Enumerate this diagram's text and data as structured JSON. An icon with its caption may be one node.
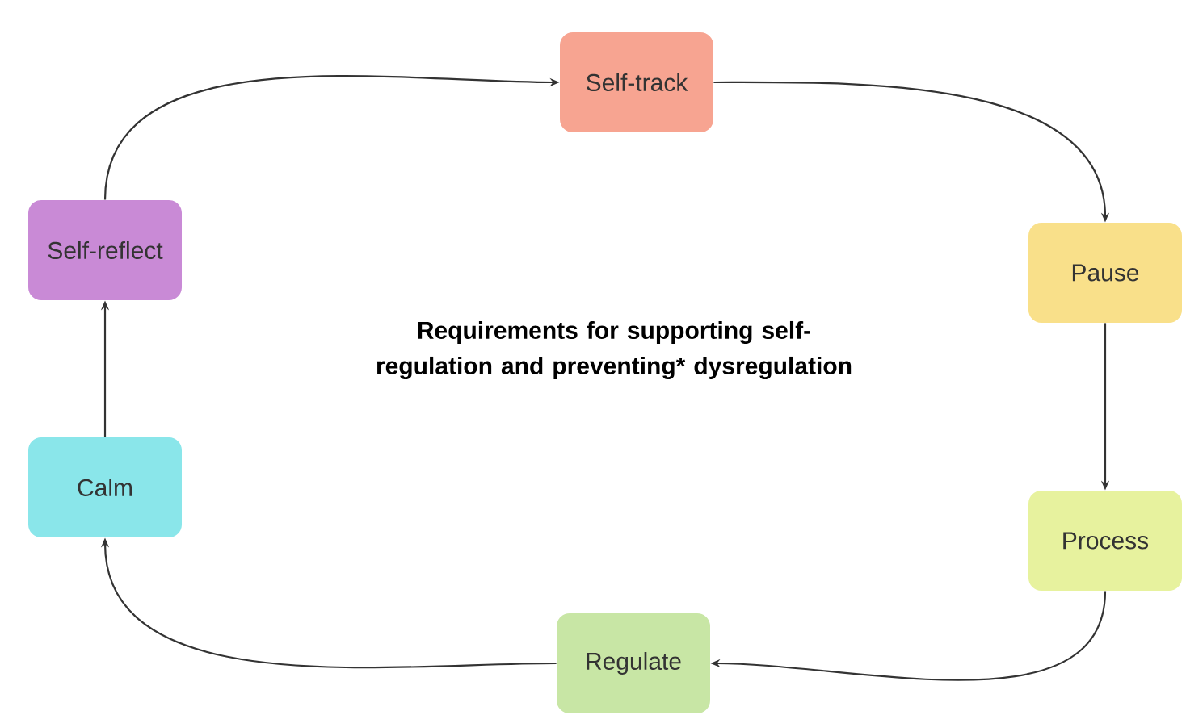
{
  "diagram": {
    "title": "Requirements for supporting self-regulation and preventing* dysregulation",
    "nodes": [
      {
        "text": [
          "Self-track"
        ]
      },
      {
        "text": [
          "Pause"
        ]
      },
      {
        "text": [
          "Process"
        ]
      },
      {
        "text": [
          "Regulate"
        ]
      },
      {
        "text": [
          "Calm"
        ]
      },
      {
        "text": [
          "Self-reflect"
        ]
      }
    ],
    "edges": [
      {
        "from": 5,
        "to": 0,
        "arrow": "to"
      },
      {
        "from": 0,
        "to": 1,
        "arrow": "to"
      },
      {
        "from": 1,
        "to": 2,
        "arrow": "to"
      },
      {
        "from": 2,
        "to": 3,
        "arrow": "to"
      },
      {
        "from": 3,
        "to": 4,
        "arrow": "to"
      },
      {
        "from": 4,
        "to": 5,
        "arrow": "to"
      }
    ]
  }
}
